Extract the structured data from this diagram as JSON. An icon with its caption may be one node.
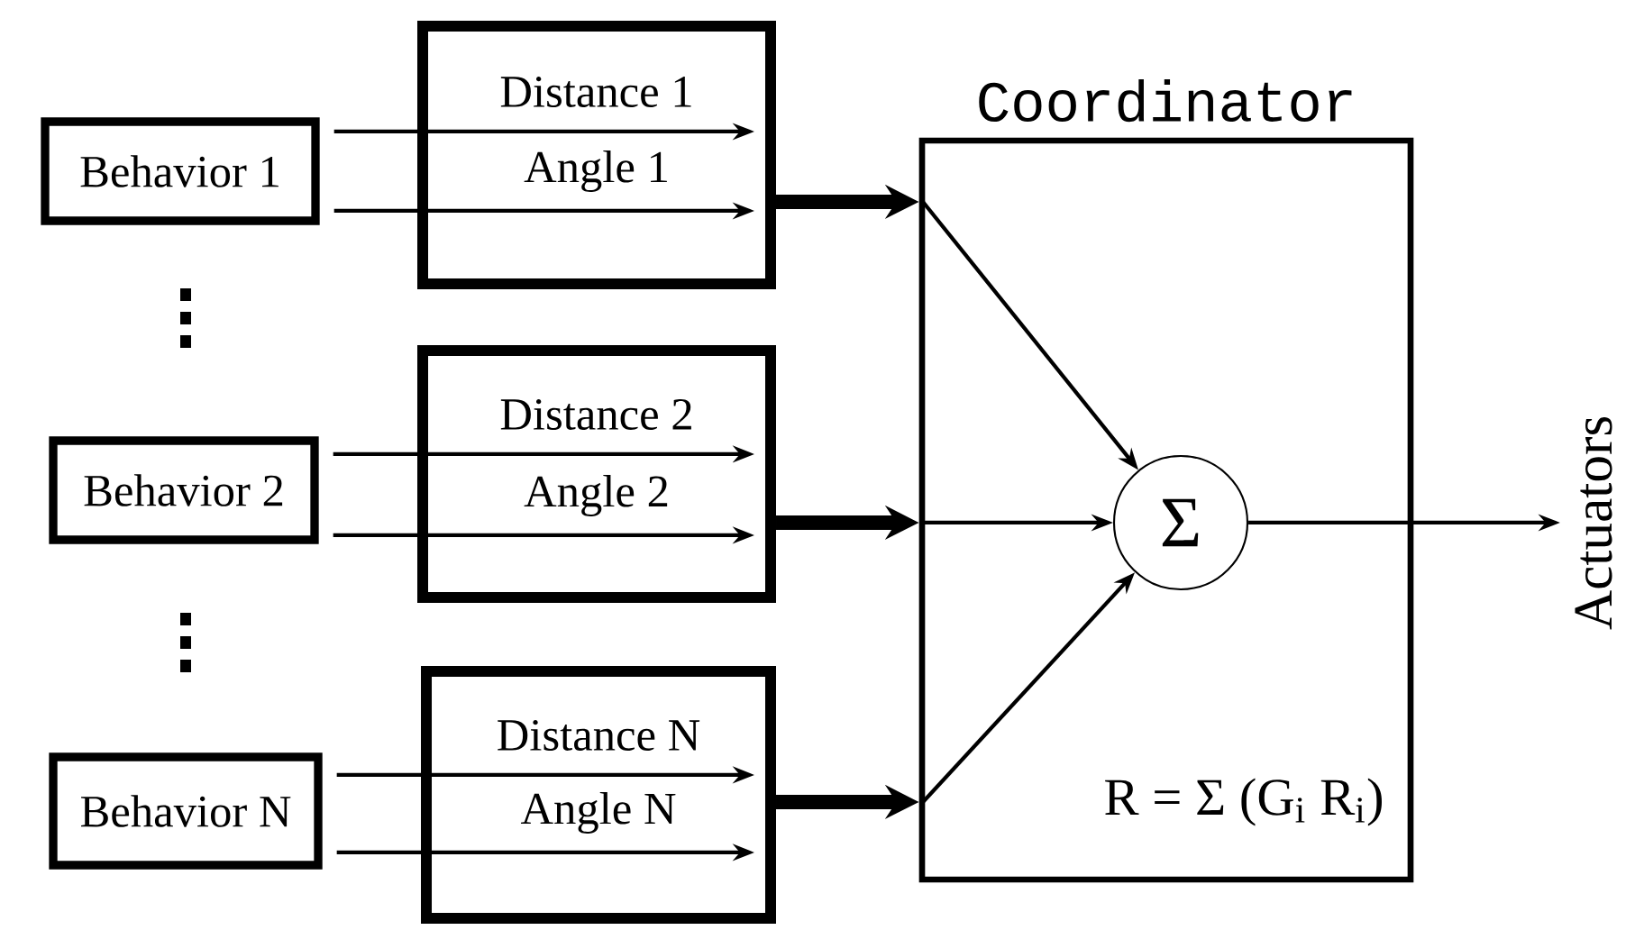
{
  "diagram": {
    "nodes": [
      {
        "text": [
          "Behavior 1"
        ]
      },
      {
        "text": [
          "Behavior 2"
        ]
      },
      {
        "text": [
          "Behavior N"
        ]
      },
      {
        "text": [],
        "shape": "box"
      },
      {
        "text": [],
        "shape": "box"
      },
      {
        "text": [],
        "shape": "box"
      },
      {
        "text": [
          "Coordinator"
        ]
      },
      {
        "text": [
          "Σ"
        ],
        "in": 6
      },
      {
        "text": [
          "Actuators"
        ]
      }
    ],
    "edges": [
      {
        "from": 0,
        "to": 3,
        "arrow": "to",
        "label": "Distance 1"
      },
      {
        "from": 0,
        "to": 3,
        "arrow": "to",
        "label": "Angle 1"
      },
      {
        "from": 1,
        "to": 4,
        "arrow": "to",
        "label": "Distance 2"
      },
      {
        "from": 1,
        "to": 4,
        "arrow": "to",
        "label": "Angle 2"
      },
      {
        "from": 2,
        "to": 5,
        "arrow": "to",
        "label": "Distance N"
      },
      {
        "from": 2,
        "to": 5,
        "arrow": "to",
        "label": "Angle N"
      },
      {
        "from": 3,
        "to": 6,
        "arrow": "to",
        "style": "thick"
      },
      {
        "from": 4,
        "to": 6,
        "arrow": "to",
        "style": "thick"
      },
      {
        "from": 5,
        "to": 6,
        "arrow": "to",
        "style": "thick"
      },
      {
        "from": null,
        "to": 7,
        "arrow": "to"
      },
      {
        "from": null,
        "to": 7,
        "arrow": "to"
      },
      {
        "from": null,
        "to": 7,
        "arrow": "to"
      },
      {
        "from": 7,
        "to": 8,
        "arrow": "to"
      }
    ],
    "labels": [
      "R = Σ (G$_{i}$ R$_{i}$)"
    ]
  }
}
